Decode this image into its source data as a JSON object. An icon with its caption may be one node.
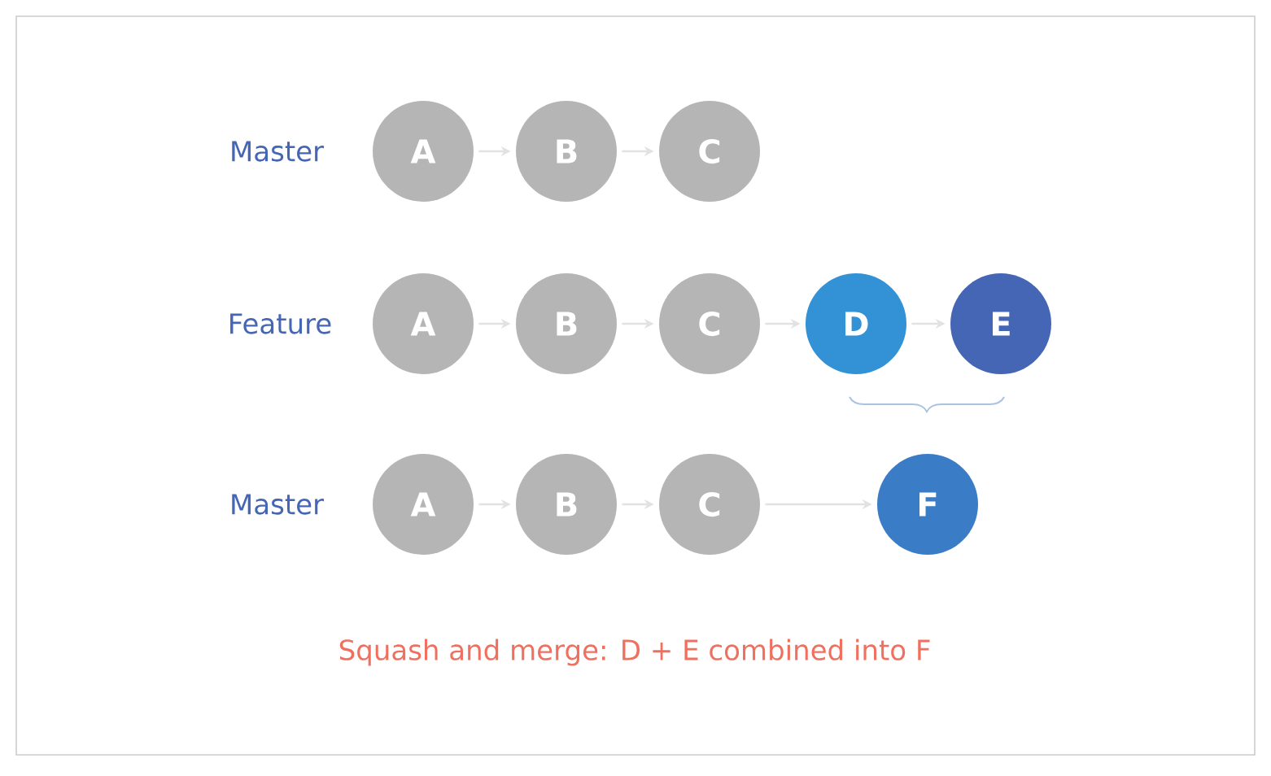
{
  "diagram": {
    "caption": "Squash and merge: D + E combined into F",
    "nodes": [
      {
        "text": [
          "A"
        ]
      },
      {
        "text": [
          "B"
        ]
      },
      {
        "text": [
          "C"
        ]
      },
      {
        "text": [
          "A"
        ]
      },
      {
        "text": [
          "B"
        ]
      },
      {
        "text": [
          "C"
        ]
      },
      {
        "text": [
          "D"
        ]
      },
      {
        "text": [
          "E"
        ]
      },
      {
        "text": [
          "A"
        ]
      },
      {
        "text": [
          "B"
        ]
      },
      {
        "text": [
          "C"
        ]
      },
      {
        "text": [
          "F"
        ]
      }
    ],
    "edges": [
      {
        "from": 0,
        "to": 1,
        "arrow": "to"
      },
      {
        "from": 1,
        "to": 2,
        "arrow": "to"
      },
      {
        "from": 3,
        "to": 4,
        "arrow": "to"
      },
      {
        "from": 4,
        "to": 5,
        "arrow": "to"
      },
      {
        "from": 5,
        "to": 6,
        "arrow": "to"
      },
      {
        "from": 6,
        "to": 7,
        "arrow": "to"
      },
      {
        "from": 8,
        "to": 9,
        "arrow": "to"
      },
      {
        "from": 9,
        "to": 10,
        "arrow": "to"
      },
      {
        "from": 10,
        "to": 11,
        "arrow": "to"
      }
    ],
    "labels": [
      "Master",
      "Feature",
      "Master"
    ]
  }
}
